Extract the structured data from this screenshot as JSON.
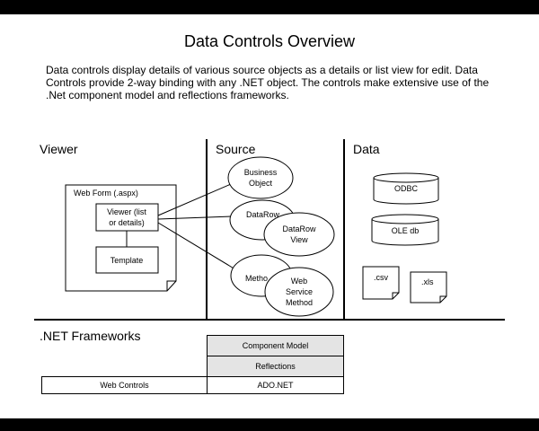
{
  "title": "Data Controls Overview",
  "description": "Data controls display details of various source objects as a details or list view for edit.  Data Controls provide 2-way binding with any .NET object.  The controls make extensive use of the .Net component model and reflections frameworks.",
  "sections": {
    "viewer": "Viewer",
    "source": "Source",
    "data": "Data"
  },
  "viewer": {
    "web_form": "Web Form  (.aspx)",
    "viewer_box": [
      "Viewer (list",
      "or details)"
    ],
    "template": "Template"
  },
  "source": {
    "business_object": [
      "Business",
      "Object"
    ],
    "datarow": "DataRow",
    "datarow_view": [
      "DataRow",
      "View"
    ],
    "method": "Metho",
    "web_service_method": [
      "Web",
      "Service",
      "Method"
    ]
  },
  "data": {
    "odbc": "ODBC",
    "oledb": "OLE db",
    "csv": ".csv",
    "xls": ".xls"
  },
  "frameworks": {
    "title": ".NET Frameworks",
    "component_model": "Component Model",
    "reflections": "Reflections",
    "web_controls": "Web Controls",
    "ado_net": "ADO.NET"
  }
}
